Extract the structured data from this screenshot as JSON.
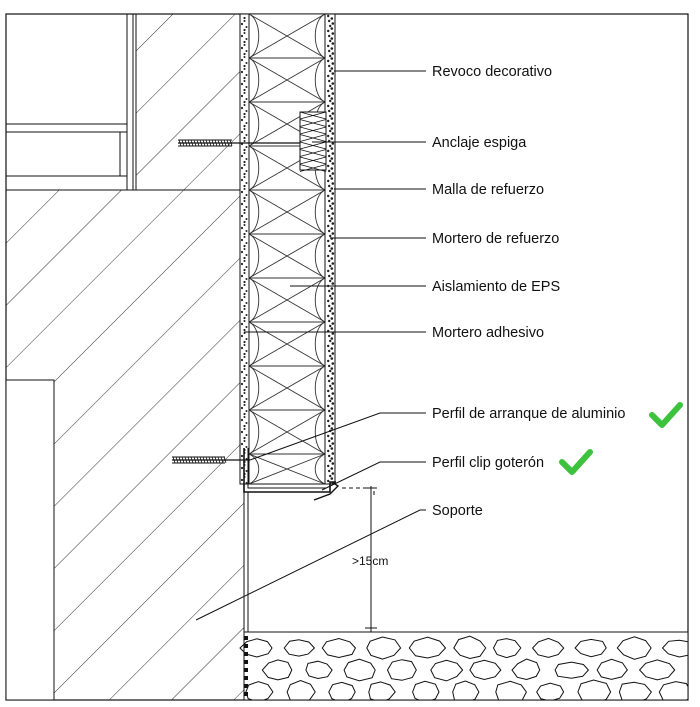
{
  "labels": [
    {
      "id": "revoco",
      "text": "Revoco decorativo",
      "checked": false
    },
    {
      "id": "anclaje",
      "text": "Anclaje espiga",
      "checked": false
    },
    {
      "id": "malla",
      "text": "Malla de refuerzo",
      "checked": false
    },
    {
      "id": "mortero-refuerzo",
      "text": "Mortero de refuerzo",
      "checked": false
    },
    {
      "id": "eps",
      "text": "Aislamiento de EPS",
      "checked": false
    },
    {
      "id": "mortero-adhesivo",
      "text": "Mortero adhesivo",
      "checked": false
    },
    {
      "id": "perfil-arranque",
      "text": "Perfil de arranque de aluminio",
      "checked": true
    },
    {
      "id": "perfil-clip",
      "text": "Perfil clip goterón",
      "checked": true
    },
    {
      "id": "soporte",
      "text": "Soporte",
      "checked": false
    }
  ],
  "dimension": {
    "text": ">15cm"
  },
  "colors": {
    "check": "#3cc23c",
    "line": "#111111",
    "hatch": "#333333"
  },
  "icons": {
    "check": "check-icon"
  }
}
